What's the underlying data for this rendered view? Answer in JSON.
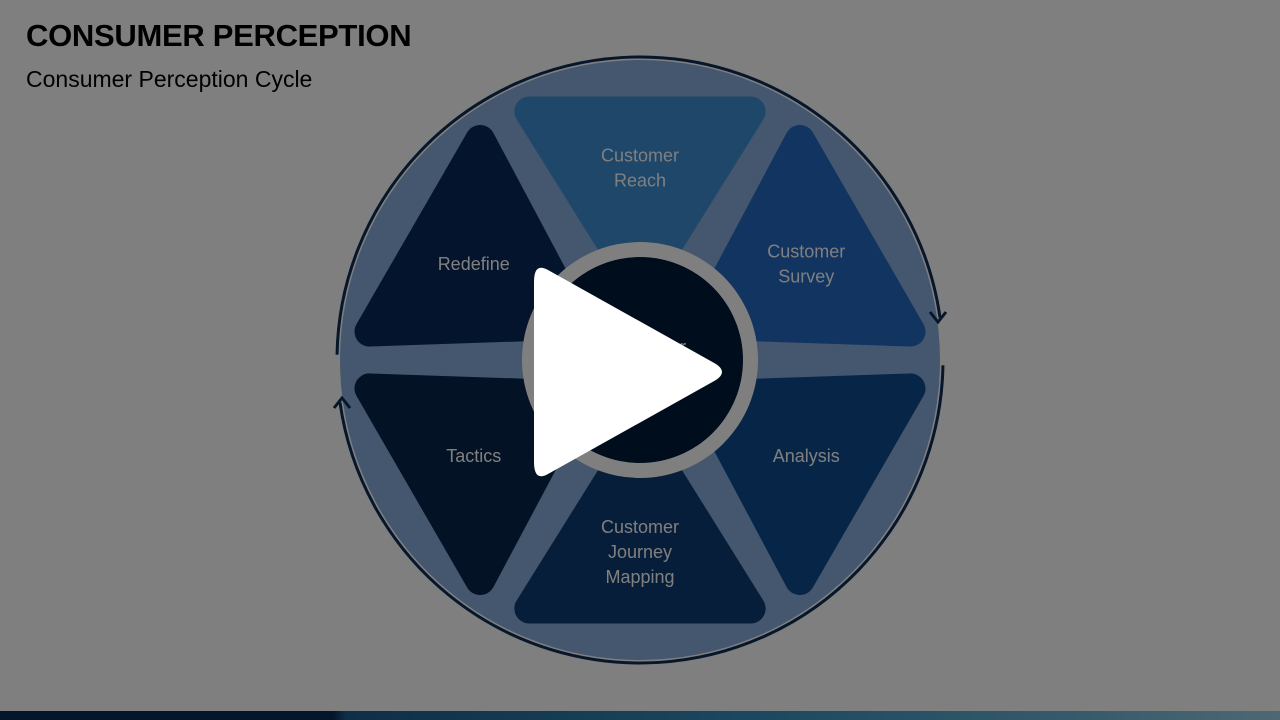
{
  "slide": {
    "title": "CONSUMER PERCEPTION",
    "subtitle": "Consumer Perception Cycle"
  },
  "cycle": {
    "hub_label": "Consumer\nPerception",
    "segments": [
      {
        "label": "Customer\nReach",
        "color": "#3f8ed4"
      },
      {
        "label": "Customer\nSurvey",
        "color": "#2468c2"
      },
      {
        "label": "Analysis",
        "color": "#0e4c8f"
      },
      {
        "label": "Customer\nJourney\nMapping",
        "color": "#0c3c72"
      },
      {
        "label": "Tactics",
        "color": "#06244a"
      },
      {
        "label": "Redefine",
        "color": "#08285a"
      }
    ],
    "ring_color": "#8aaedd",
    "outline_color": "#0d2d57",
    "hub_color": "#011a3a"
  },
  "player": {
    "play_icon": "play-icon",
    "overlay_color": "#000000"
  }
}
